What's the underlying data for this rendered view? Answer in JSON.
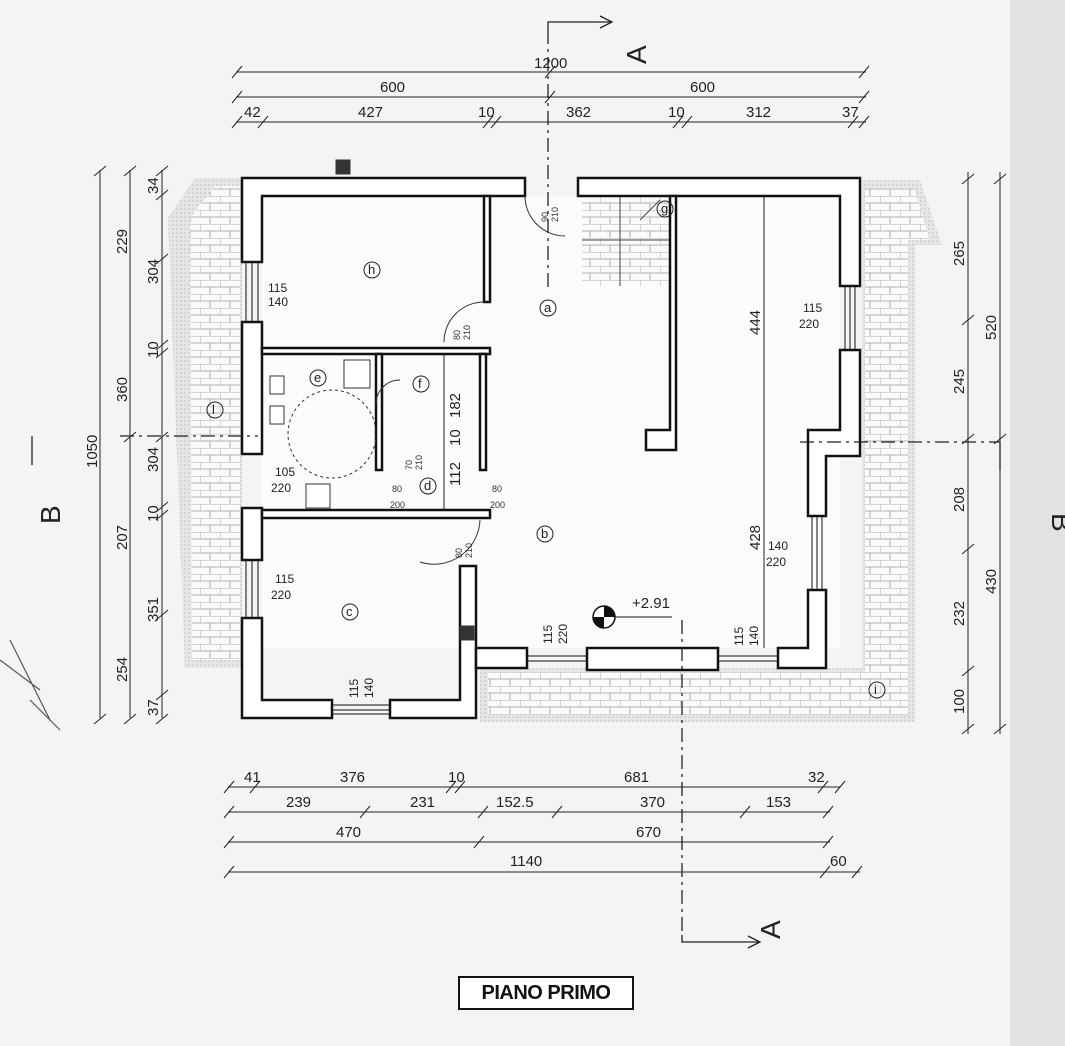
{
  "title": "PIANO PRIMO",
  "elevation": "+2.91",
  "section_a": "A",
  "section_b": "B",
  "rooms": {
    "a": "a",
    "b": "b",
    "c": "c",
    "d": "d",
    "e": "e",
    "f": "f",
    "g": "g",
    "h": "h",
    "i": "i",
    "l": "l"
  },
  "top_dims": {
    "total": "1200",
    "half_left": "600",
    "half_right": "600",
    "d1": "42",
    "d2": "427",
    "d3": "10",
    "d4": "362",
    "d5": "10",
    "d6": "312",
    "d7": "37"
  },
  "bottom_dims": {
    "r1": [
      "41",
      "376",
      "10",
      "681",
      "32"
    ],
    "r2": [
      "239",
      "231",
      "152.5",
      "370",
      "153"
    ],
    "r3": [
      "470",
      "670"
    ],
    "r4": [
      "1140",
      "60"
    ]
  },
  "left_dims": {
    "total": "1050",
    "c1": [
      "34",
      "229",
      "304",
      "10",
      "360",
      "304",
      "10",
      "207",
      "351",
      "254",
      "37"
    ]
  },
  "right_dims": {
    "c1": [
      "265",
      "520",
      "245",
      "208",
      "430",
      "232",
      "100"
    ]
  },
  "interior_dims": {
    "v444": "444",
    "v428": "428",
    "v182": "182",
    "v112": "112",
    "v10": "10"
  },
  "openings": {
    "w_h_w": "115",
    "w_h_h": "140",
    "d_e_w": "105",
    "d_e_h": "220",
    "w_c_w": "115",
    "w_c_h": "220",
    "w_cb_w": "115",
    "w_cb_h": "140",
    "w_r1_w": "115",
    "w_r1_h": "220",
    "w_r2_w": "140",
    "w_r2_h": "220",
    "w_s1_w": "115",
    "w_s1_h": "220",
    "w_s2_w": "115",
    "w_s2_h": "140",
    "d_h": "80",
    "d_h2": "210",
    "d_c": "80",
    "d_c2": "210",
    "d_d1": "80",
    "d_d1b": "200",
    "d_d2": "80",
    "d_d2b": "200",
    "d_f": "70",
    "d_f2": "210",
    "d_in": "90",
    "d_in2": "210"
  }
}
